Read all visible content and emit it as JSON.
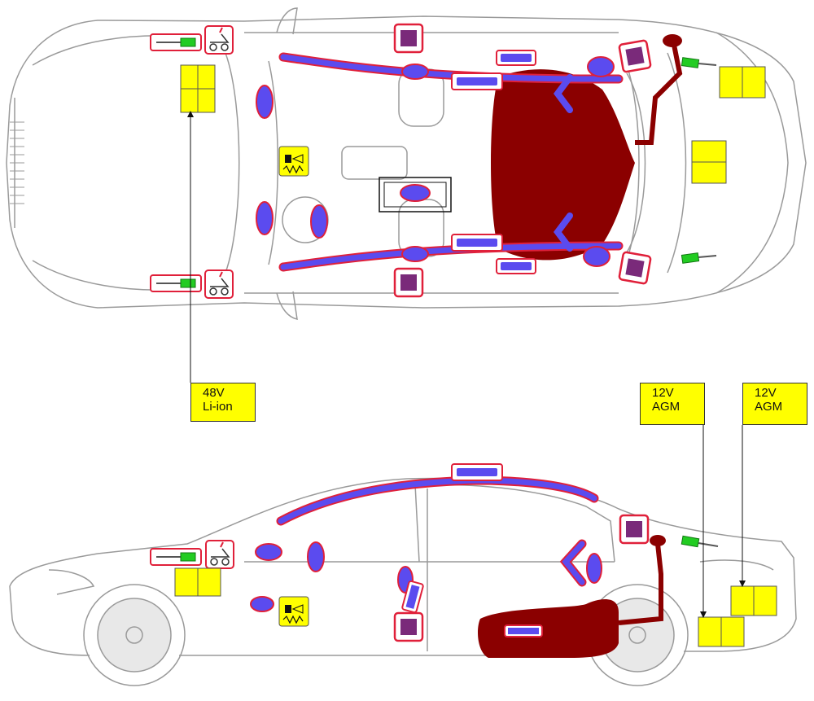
{
  "labels": {
    "battery_48v": {
      "voltage": "48V",
      "type": "Li-ion"
    },
    "battery_12v_a": {
      "voltage": "12V",
      "type": "AGM"
    },
    "battery_12v_b": {
      "voltage": "12V",
      "type": "AGM"
    }
  },
  "colors": {
    "car_outline": "#9a9a9a",
    "airbag_blue": "#5b4bef",
    "airbag_border": "#e0203a",
    "fuel_tank": "#8b0000",
    "battery_yellow": "#ffff00",
    "sensor_purple": "#7a2a7a",
    "antenna_green": "#22cc22"
  },
  "icons": [
    "airbag-icon",
    "pretensioner-icon",
    "battery-icon",
    "crash-sensor-icon",
    "fuel-tank-icon",
    "antenna-icon",
    "control-unit-icon"
  ]
}
